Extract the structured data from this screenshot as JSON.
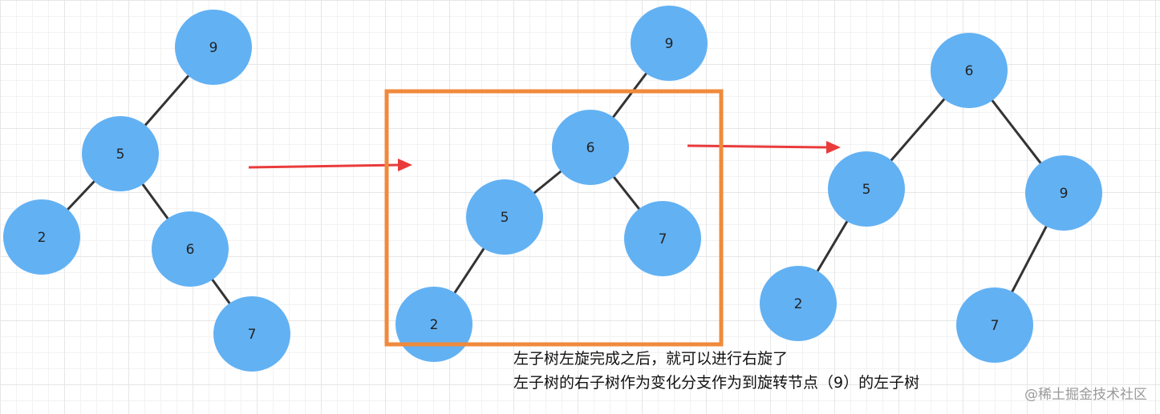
{
  "colors": {
    "node_fill": "#62b1f3",
    "edge": "#333333",
    "arrow": "#ea3b3b",
    "highlight_box": "#f08a3c"
  },
  "diagrams": [
    {
      "nodes": [
        {
          "id": "a9",
          "label": "9"
        },
        {
          "id": "a5",
          "label": "5"
        },
        {
          "id": "a2",
          "label": "2"
        },
        {
          "id": "a6",
          "label": "6"
        },
        {
          "id": "a7",
          "label": "7"
        }
      ],
      "edges": [
        [
          "a9",
          "a5"
        ],
        [
          "a5",
          "a2"
        ],
        [
          "a5",
          "a6"
        ],
        [
          "a6",
          "a7"
        ]
      ]
    },
    {
      "nodes": [
        {
          "id": "b9",
          "label": "9"
        },
        {
          "id": "b6",
          "label": "6"
        },
        {
          "id": "b5",
          "label": "5"
        },
        {
          "id": "b7",
          "label": "7"
        },
        {
          "id": "b2",
          "label": "2"
        }
      ],
      "edges": [
        [
          "b9",
          "b6"
        ],
        [
          "b6",
          "b5"
        ],
        [
          "b6",
          "b7"
        ],
        [
          "b5",
          "b2"
        ]
      ]
    },
    {
      "nodes": [
        {
          "id": "c6",
          "label": "6"
        },
        {
          "id": "c5",
          "label": "5"
        },
        {
          "id": "c9",
          "label": "9"
        },
        {
          "id": "c2",
          "label": "2"
        },
        {
          "id": "c7",
          "label": "7"
        }
      ],
      "edges": [
        [
          "c6",
          "c5"
        ],
        [
          "c6",
          "c9"
        ],
        [
          "c5",
          "c2"
        ],
        [
          "c9",
          "c7"
        ]
      ]
    }
  ],
  "caption": {
    "line1": "左子树左旋完成之后，就可以进行右旋了",
    "line2": "左子树的右子树作为变化分支作为到旋转节点（9）的左子树"
  },
  "watermark": "@稀土掘金技术社区"
}
